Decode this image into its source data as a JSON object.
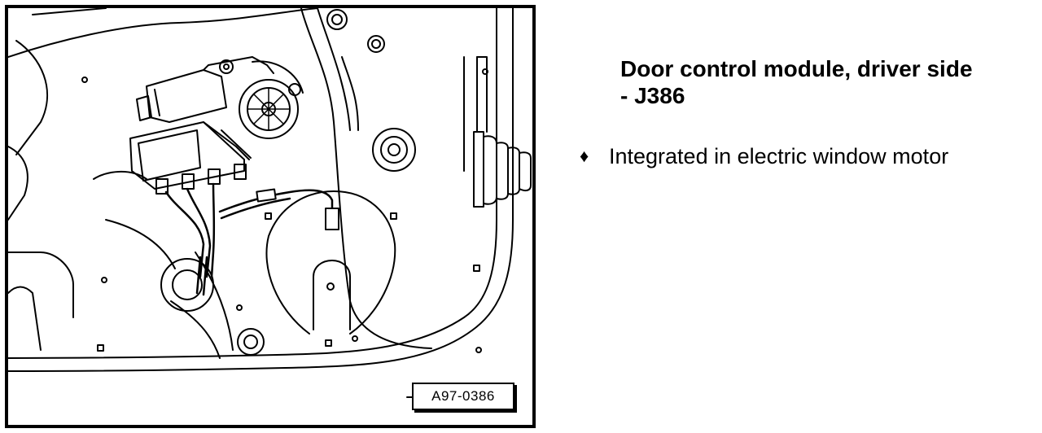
{
  "figure": {
    "reference_label": "A97-0386",
    "icons": [
      "window-motor-icon",
      "door-control-module-icon",
      "wiring-harness-icon",
      "grommet-icon",
      "door-panel-icon"
    ]
  },
  "description": {
    "title_line1": "Door control module, driver side",
    "title_line2": "- J386",
    "bullet_glyph": "♦",
    "bullet_text": "Integrated in electric window motor"
  }
}
